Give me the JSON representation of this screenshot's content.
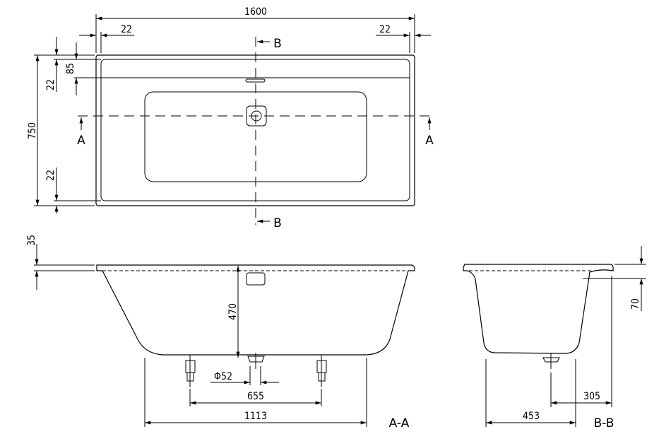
{
  "top_view": {
    "dims": {
      "length": "1600",
      "rim_left": "22",
      "rim_right": "22",
      "width": "750",
      "rim_top": "22",
      "ledge": "85",
      "rim_bottom": "22"
    },
    "section_a_label": "A",
    "section_b_label": "B"
  },
  "section_aa": {
    "title": "A-A",
    "rim_height": "35",
    "depth": "470",
    "drain_diameter": "Φ52",
    "feet_spacing": "655",
    "bottom_length": "1113"
  },
  "section_bb": {
    "title": "B-B",
    "ledge_height": "70",
    "drain_offset": "305",
    "bottom_width": "453"
  }
}
